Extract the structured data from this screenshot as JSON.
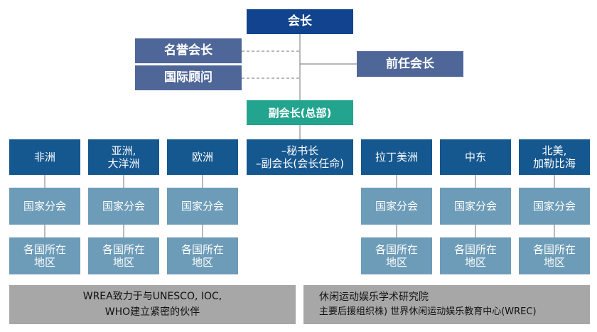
{
  "colors": {
    "navy": "#12438e",
    "slate": "#4f6798",
    "teal": "#23a48f",
    "blue": "#15578f",
    "light": "#6d9cb8",
    "gray": "#a7a7a7"
  },
  "org": {
    "president": "会长",
    "honorary_president": "名誉会长",
    "international_advisor": "国际顾问",
    "former_president": "前任会长",
    "vice_president_hq": "副会长(总部)",
    "center": [
      "–秘书长",
      "–副会长(会长任命)"
    ],
    "regions": [
      {
        "name": [
          "非洲"
        ]
      },
      {
        "name": [
          "亚洲,",
          "大洋洲"
        ]
      },
      {
        "name": [
          "欧洲"
        ]
      },
      {
        "name": [
          "拉丁美洲"
        ]
      },
      {
        "name": [
          "中东"
        ]
      },
      {
        "name": [
          "北美,",
          "加勒比海"
        ]
      }
    ],
    "branch_label": "国家分会",
    "local_label": [
      "各国所在",
      "地区"
    ]
  },
  "notes": {
    "left": [
      "WREA致力于与UNESCO, IOC,",
      "WHO建立紧密的伙伴"
    ],
    "right": [
      "休闲运动娱乐学术研究院",
      "主要后援组织株) 世界休闲运动娱乐教育中心(WREC)"
    ]
  }
}
